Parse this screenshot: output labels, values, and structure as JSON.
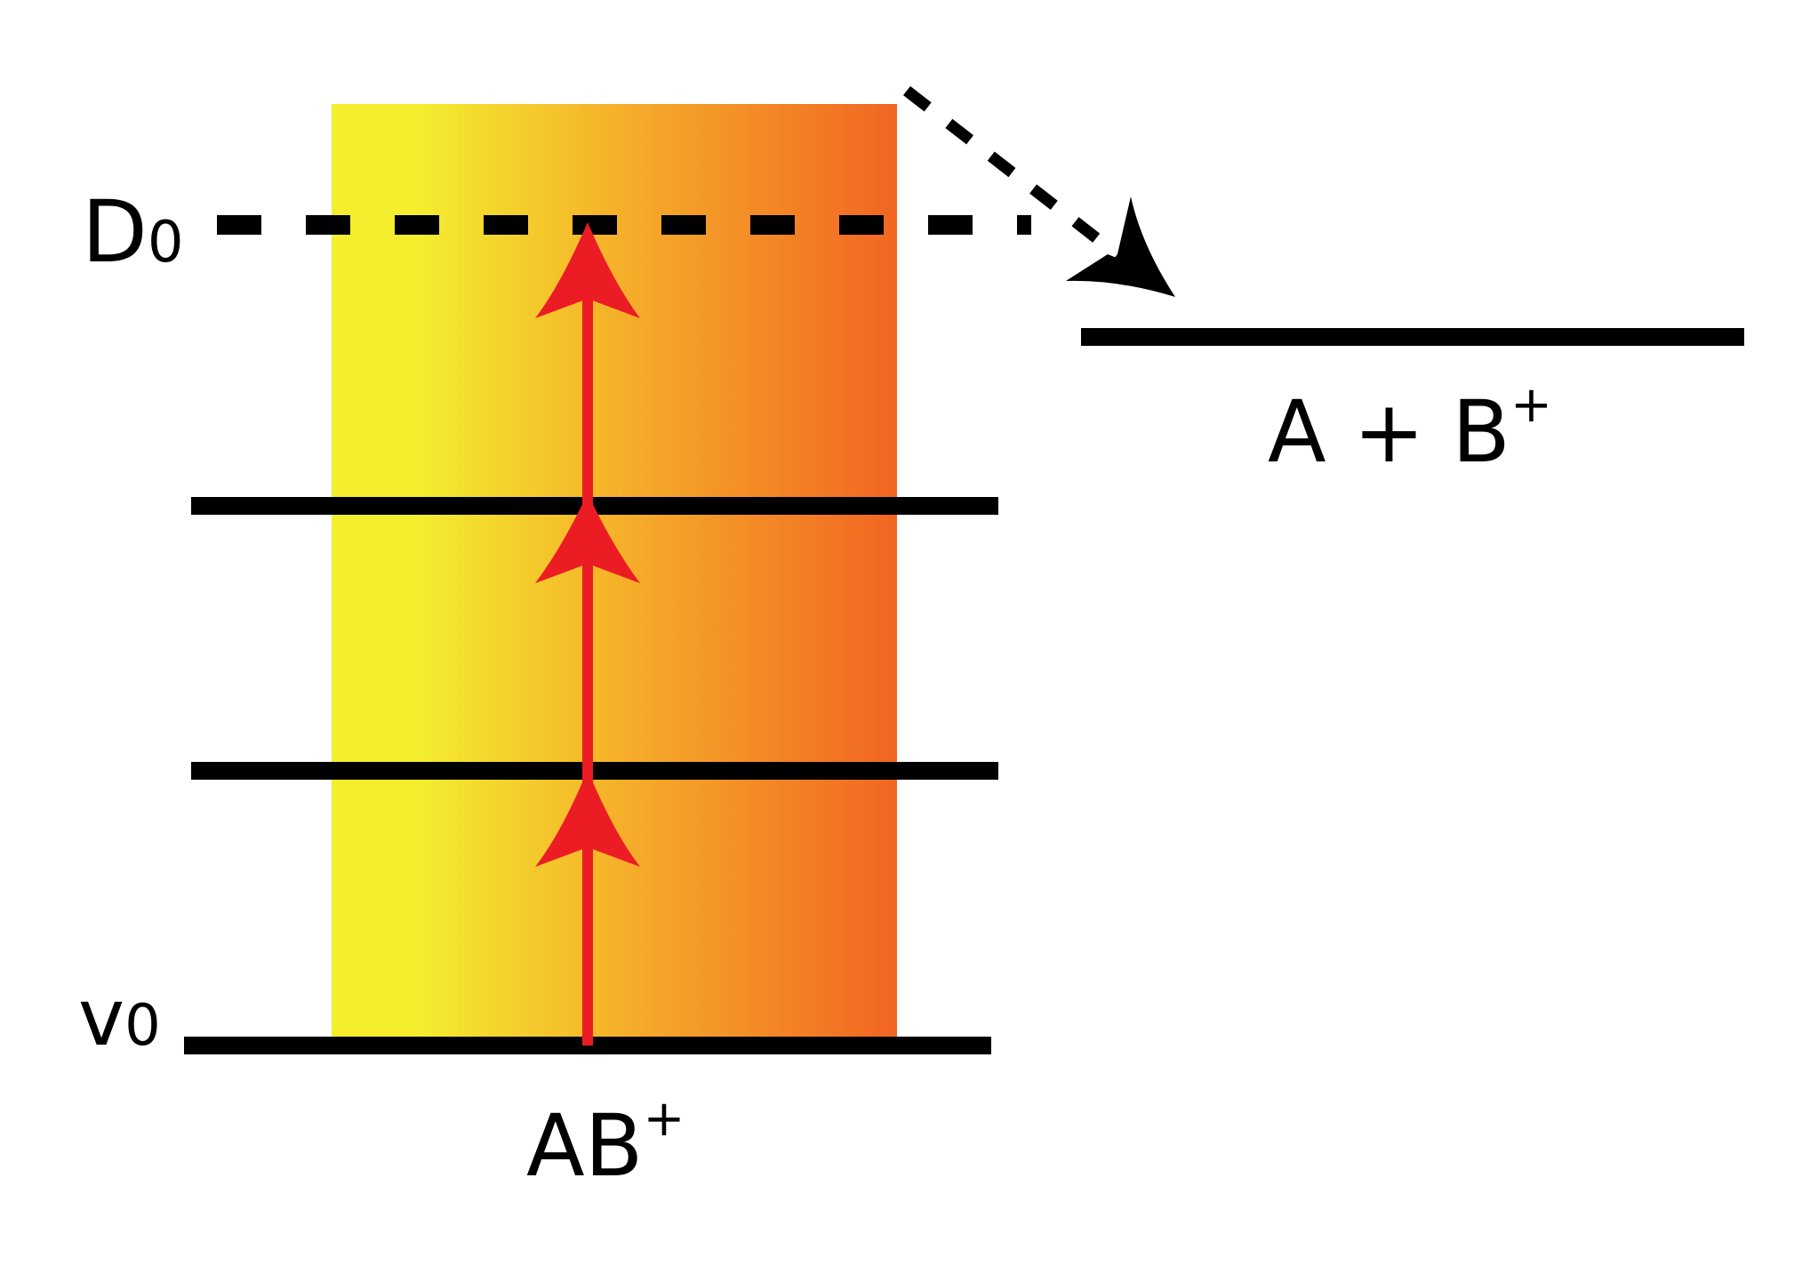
{
  "labels": {
    "dissociation_energy": "D",
    "dissociation_energy_sub": "0",
    "ground_level": "v",
    "ground_level_sub": "0",
    "molecule_ion": "AB",
    "molecule_ion_charge": "+",
    "products_left": "A + B",
    "products_charge": "+"
  },
  "colors": {
    "line": "#000000",
    "arrow": "#ec1c24",
    "band_gradient": [
      "#f4ee2e",
      "#f5b12a",
      "#f26522"
    ]
  },
  "levels": {
    "vibrational_level_count": 3,
    "photon_arrow_count": 3
  }
}
